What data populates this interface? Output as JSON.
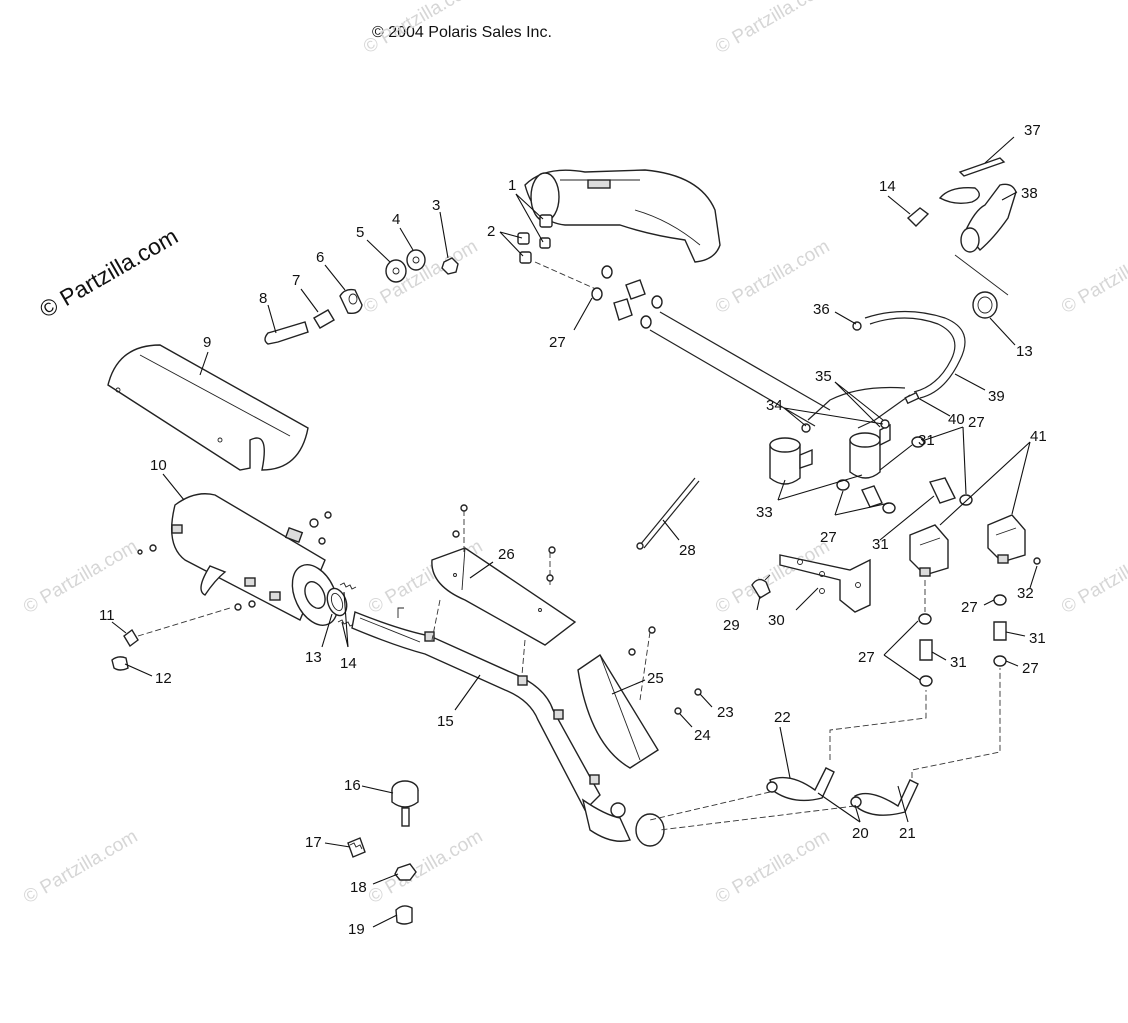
{
  "header": {
    "copyright": "© 2004 Polaris Sales Inc."
  },
  "watermark": {
    "main": "© Partzilla.com",
    "faint": [
      "© Partzilla.com",
      "© Partzilla.com",
      "© Partzilla.com",
      "© Partzilla.com",
      "© Partzilla.com",
      "© Partzilla.com",
      "© Partzilla.com",
      "© Partzilla.com",
      "© Partzilla.com",
      "© Partzilla.com",
      "© Partzilla.com",
      "© Partzilla.com"
    ]
  },
  "callouts": {
    "c1": "1",
    "c2": "2",
    "c3": "3",
    "c4": "4",
    "c5": "5",
    "c6": "6",
    "c7": "7",
    "c8": "8",
    "c9": "9",
    "c10": "10",
    "c11": "11",
    "c12": "12",
    "c13a": "13",
    "c13b": "13",
    "c14a": "14",
    "c14b": "14",
    "c15": "15",
    "c16": "16",
    "c17": "17",
    "c18": "18",
    "c19": "19",
    "c20": "20",
    "c21": "21",
    "c22": "22",
    "c23": "23",
    "c24": "24",
    "c25": "25",
    "c26": "26",
    "c27a": "27",
    "c27b": "27",
    "c27c": "27",
    "c27d": "27",
    "c27e": "27",
    "c27f": "27",
    "c28": "28",
    "c29": "29",
    "c30": "30",
    "c31a": "31",
    "c31b": "31",
    "c31c": "31",
    "c31d": "31",
    "c32": "32",
    "c33": "33",
    "c34": "34",
    "c35": "35",
    "c36": "36",
    "c37": "37",
    "c38": "38",
    "c39": "39",
    "c40": "40",
    "c41": "41"
  }
}
